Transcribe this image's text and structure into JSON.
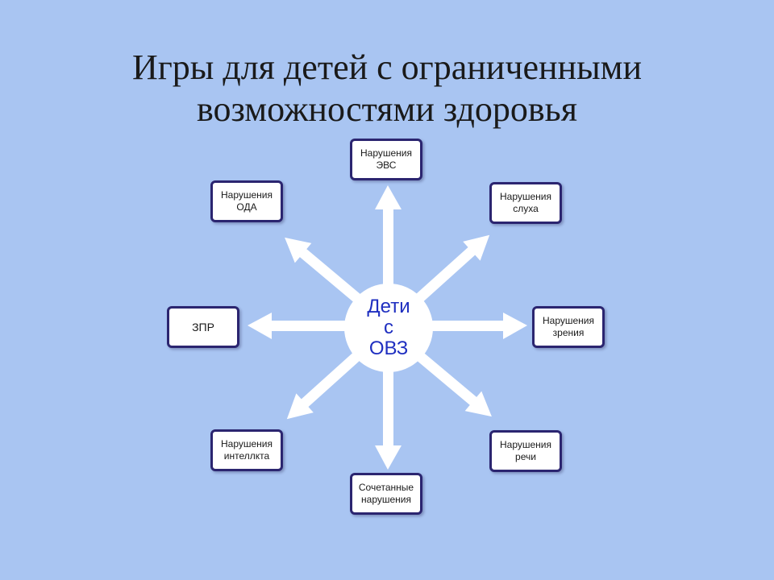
{
  "slide": {
    "title_line1": "Игры для детей с ограниченными",
    "title_line2": "возможностями здоровья"
  },
  "diagram": {
    "center": {
      "line1": "Дети",
      "line2": "с",
      "line3": "ОВЗ",
      "text_color": "#1f2fc0"
    },
    "nodes": {
      "evs": {
        "line1": "Нарушения",
        "line2": "ЭВС"
      },
      "hearing": {
        "line1": "Нарушения",
        "line2": "слуха"
      },
      "vision": {
        "line1": "Нарушения",
        "line2": "зрения"
      },
      "speech": {
        "line1": "Нарушения",
        "line2": "речи"
      },
      "combined": {
        "line1": "Сочетанные",
        "line2": "нарушения"
      },
      "intellect": {
        "line1": "Нарушения",
        "line2": "интеллкта"
      },
      "zpr": {
        "line1": "ЗПР"
      },
      "oda": {
        "line1": "Нарушения",
        "line2": "ОДА"
      }
    },
    "colors": {
      "background": "#a9c5f2",
      "box_border": "#2b2570",
      "arrow": "#ffffff"
    }
  }
}
